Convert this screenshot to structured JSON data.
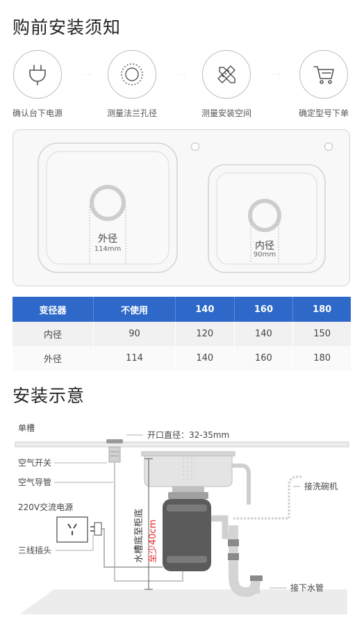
{
  "section1": {
    "title": "购前安装须知"
  },
  "steps": [
    {
      "label": "确认台下电源",
      "icon": "plug-icon"
    },
    {
      "label": "测量法兰孔径",
      "icon": "flange-icon"
    },
    {
      "label": "测量安装空间",
      "icon": "ruler-pencil-icon"
    },
    {
      "label": "确定型号下单",
      "icon": "cart-icon"
    }
  ],
  "sink": {
    "outer_label": "外径",
    "outer_value": "114mm",
    "inner_label": "内径",
    "inner_value": "90mm"
  },
  "table": {
    "headers": [
      "变径器",
      "不使用",
      "140",
      "160",
      "180"
    ],
    "rows": [
      [
        "内径",
        "90",
        "120",
        "140",
        "150"
      ],
      [
        "外径",
        "114",
        "140",
        "160",
        "180"
      ]
    ]
  },
  "section2": {
    "title": "安装示意"
  },
  "install": {
    "single_sink": "单槽",
    "opening": "开口直径：32-35mm",
    "air_switch": "空气开关",
    "air_tube": "空气导管",
    "power": "220V交流电源",
    "plug": "三线插头",
    "dishwasher": "接洗碗机",
    "drain": "接下水管",
    "height_label": "水槽底至柜底",
    "height_min": "至少40cm"
  },
  "colors": {
    "accent": "#2e69c9",
    "highlight": "#e8262a"
  }
}
